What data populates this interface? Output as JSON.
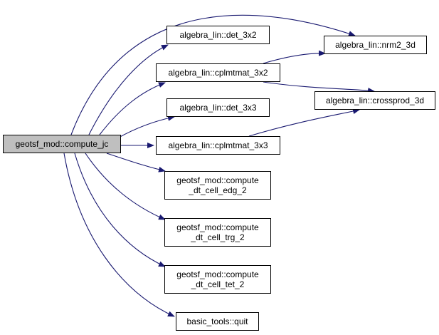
{
  "colors": {
    "edge": "#191970",
    "root_fill": "#bfbfbf",
    "node_fill": "#ffffff",
    "border": "#000000"
  },
  "nodes": {
    "root": {
      "label": "geotsf_mod::compute_jc"
    },
    "det_3x2": {
      "label": "algebra_lin::det_3x2"
    },
    "cplmtmat_3x2": {
      "label": "algebra_lin::cplmtmat_3x2"
    },
    "det_3x3": {
      "label": "algebra_lin::det_3x3"
    },
    "cplmtmat_3x3": {
      "label": "algebra_lin::cplmtmat_3x3"
    },
    "edg": {
      "line1": "geotsf_mod::compute",
      "line2": "_dt_cell_edg_2"
    },
    "trg": {
      "line1": "geotsf_mod::compute",
      "line2": "_dt_cell_trg_2"
    },
    "tet": {
      "line1": "geotsf_mod::compute",
      "line2": "_dt_cell_tet_2"
    },
    "quit": {
      "label": "basic_tools::quit"
    },
    "nrm2": {
      "label": "algebra_lin::nrm2_3d"
    },
    "crossprod": {
      "label": "algebra_lin::crossprod_3d"
    }
  },
  "edges": [
    {
      "from": "root",
      "to": "nrm2"
    },
    {
      "from": "root",
      "to": "det_3x2"
    },
    {
      "from": "root",
      "to": "cplmtmat_3x2"
    },
    {
      "from": "root",
      "to": "det_3x3"
    },
    {
      "from": "root",
      "to": "cplmtmat_3x3"
    },
    {
      "from": "root",
      "to": "edg"
    },
    {
      "from": "root",
      "to": "trg"
    },
    {
      "from": "root",
      "to": "tet"
    },
    {
      "from": "root",
      "to": "quit"
    },
    {
      "from": "cplmtmat_3x2",
      "to": "nrm2"
    },
    {
      "from": "cplmtmat_3x2",
      "to": "crossprod"
    },
    {
      "from": "cplmtmat_3x3",
      "to": "crossprod"
    }
  ]
}
